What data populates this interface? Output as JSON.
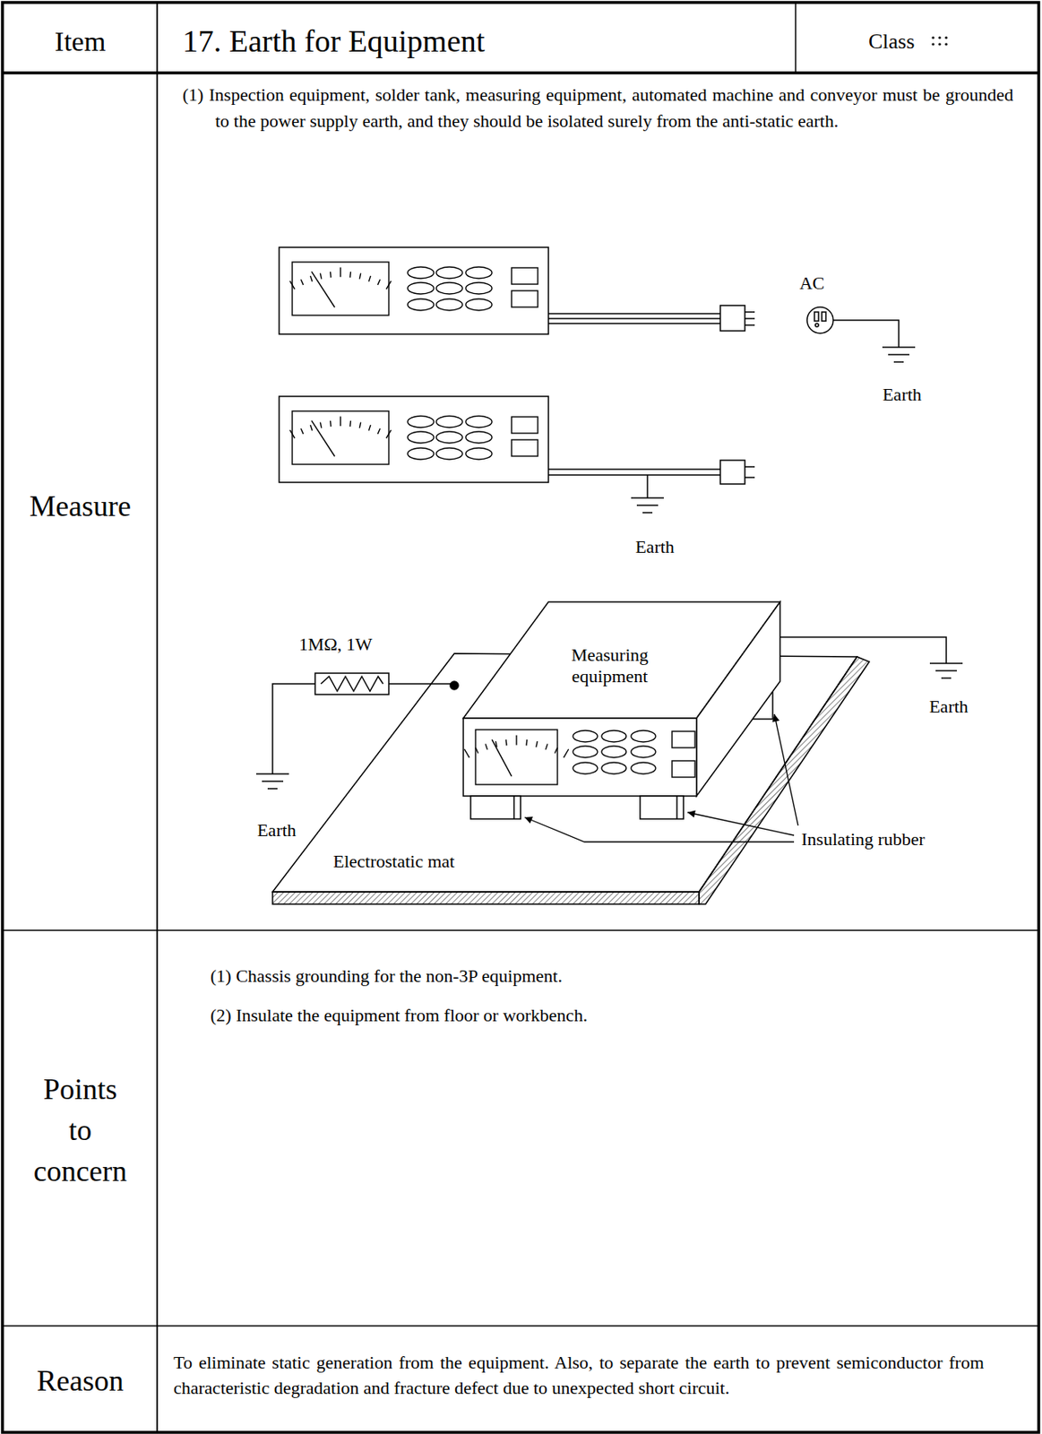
{
  "diagram": {
    "title": "17. Earth for Equipment",
    "nodes": [
      {
        "text": [
          "Electrostatic mat"
        ]
      },
      {
        "text": [
          "Measuring equipment"
        ],
        "in": 0
      }
    ],
    "labels": [
      "Item",
      "Class",
      "Measure",
      "(1) Inspection equipment, solder tank, measuring equipment, automated machine and conveyor must be grounded to the power supply earth, and they should be isolated surely from the anti-static earth.",
      "AC",
      "Earth",
      "Earth",
      "1MΩ, 1W",
      "Earth",
      "Earth",
      "Insulating rubber",
      "Points to concern",
      "(1) Chassis grounding for the non-3P equipment.",
      "(2) Insulate the equipment from floor or workbench.",
      "Reason",
      "To eliminate static generation from the equipment. Also, to separate the earth to prevent semiconductor from characteristic degradation and fracture defect due to unexpected short circuit."
    ]
  }
}
